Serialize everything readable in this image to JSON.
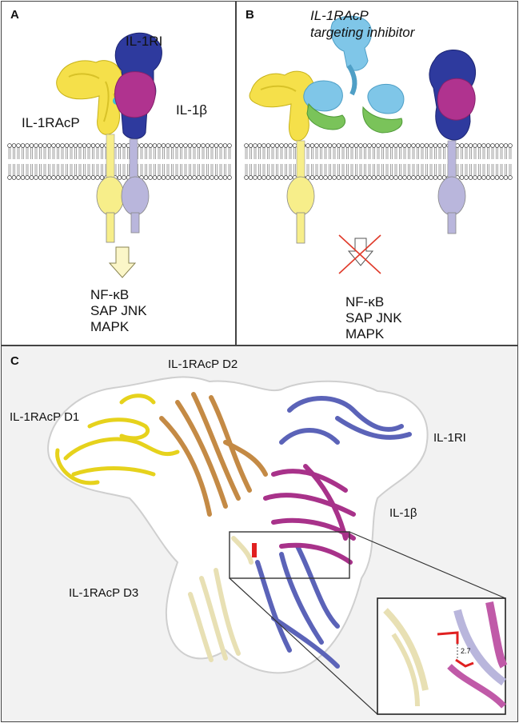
{
  "panels": {
    "A": {
      "letter": "A",
      "labels": {
        "receptor": "IL-1RI",
        "accessory": "IL-1RAcP",
        "ligand": "IL-1β"
      },
      "signaling": [
        "NF-κB",
        "SAP JNK",
        "MAPK"
      ]
    },
    "B": {
      "letter": "B",
      "inhibitor_line1": "IL-1RAcP",
      "inhibitor_line2": "targeting inhibitor",
      "signaling": [
        "NF-κB",
        "SAP JNK",
        "MAPK"
      ]
    },
    "C": {
      "letter": "C",
      "labels": {
        "d2": "IL-1RAcP D2",
        "d1": "IL-1RAcP D1",
        "receptor": "IL-1RI",
        "ligand": "IL-1β",
        "d3": "IL-1RAcP D3"
      },
      "inset_distance": "2.7"
    }
  },
  "colors": {
    "il1racp": "#f5e04a",
    "il1ri": "#2e3a9e",
    "il1b": "#b0338f",
    "cyto_il1racp": "#f7ee8a",
    "cyto_il1ri": "#b9b6dc",
    "antibody_light": "#7fc6e8",
    "antibody_heavy": "#7ac35a",
    "d1": "#e6d21c",
    "d2": "#c48a45",
    "d3": "#efe8c0",
    "cross": "#e03a2a",
    "highlight": "#e02020"
  },
  "icons": [
    "membrane-bilayer",
    "signal-arrow",
    "blocked-arrow",
    "zoom-inset"
  ]
}
